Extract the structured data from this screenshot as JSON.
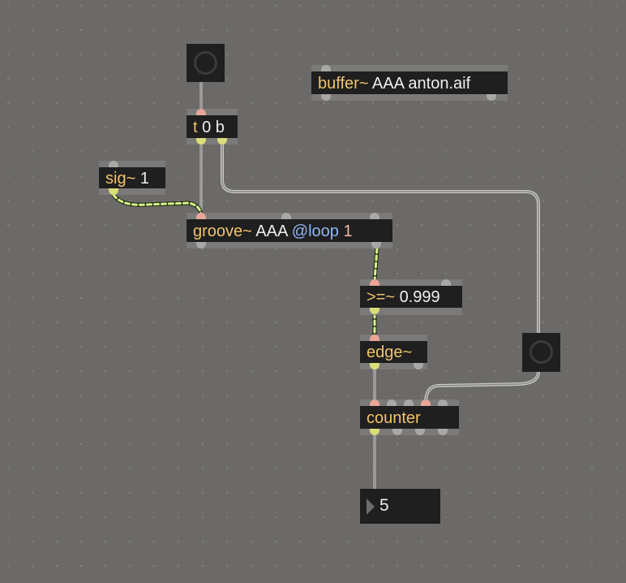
{
  "objects": {
    "buffer": {
      "name": "buffer~",
      "args": "AAA anton.aif"
    },
    "trigger": {
      "name": "t",
      "args": "0 b"
    },
    "sig": {
      "name": "sig~",
      "args": "1"
    },
    "groove": {
      "name": "groove~",
      "args": "AAA",
      "attr": "@loop",
      "attr_value": "1"
    },
    "gte": {
      "name": ">=~",
      "args": "0.999"
    },
    "edge": {
      "name": "edge~"
    },
    "counter": {
      "name": "counter"
    }
  },
  "number_box": {
    "value": "5"
  },
  "colors": {
    "background": "#6b6a68",
    "object": "#1f1f1f",
    "keyword": "#f0c36d",
    "attribute": "#8fb6f5",
    "signal_cord": "#d9f28a"
  }
}
